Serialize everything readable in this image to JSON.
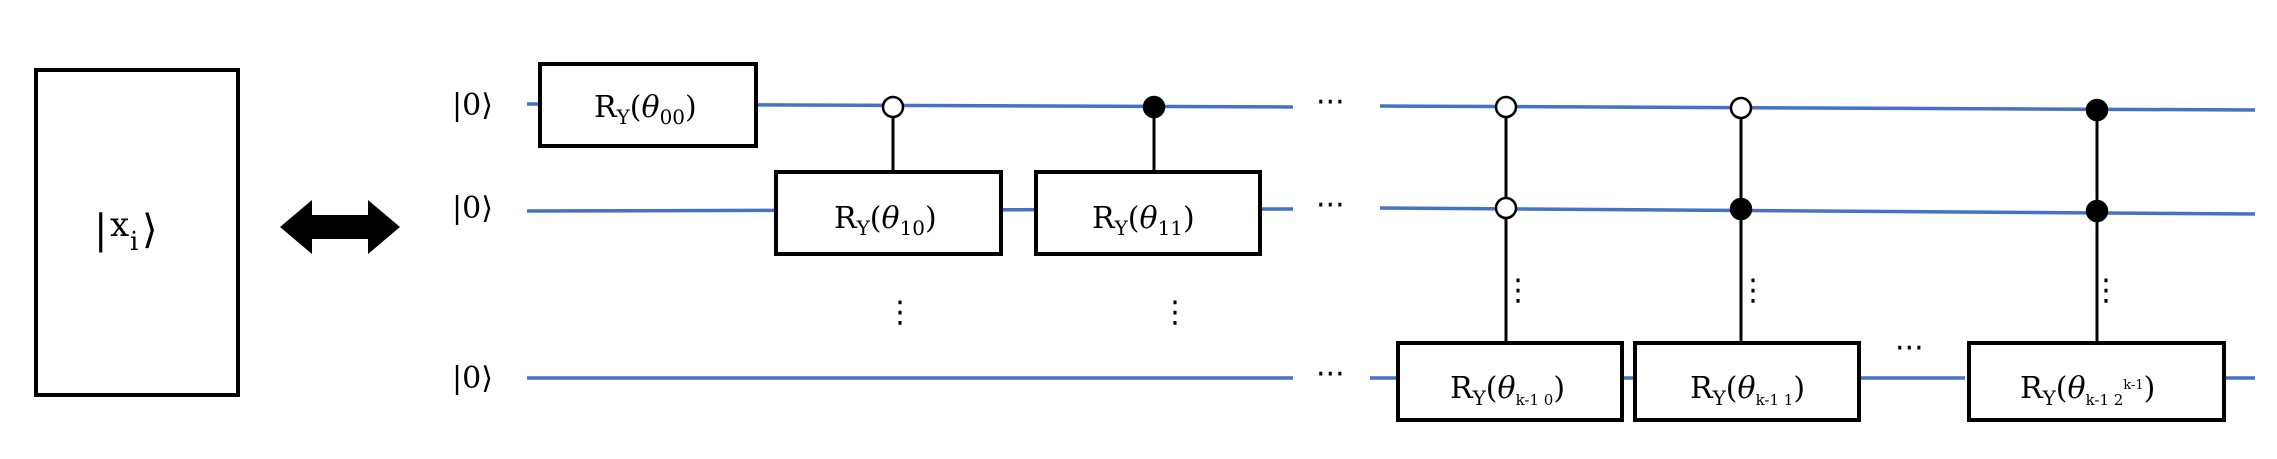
{
  "input_state": {
    "bar": "|",
    "symbol": "x",
    "subscript": "i",
    "angle": "⟩"
  },
  "arrow_icon": "double-headed-arrow",
  "qubits": [
    {
      "label": "|0⟩"
    },
    {
      "label": "|0⟩"
    },
    {
      "label": "|0⟩"
    }
  ],
  "ellipsis_h": "···",
  "ellipsis_v": "⋮",
  "gates": [
    {
      "base": "R",
      "sub_y": "Y",
      "open": "(",
      "theta": "θ",
      "theta_sub": "00",
      "theta_sup": "",
      "close": ")"
    },
    {
      "base": "R",
      "sub_y": "Y",
      "open": "(",
      "theta": "θ",
      "theta_sub": "10",
      "theta_sup": "",
      "close": ")"
    },
    {
      "base": "R",
      "sub_y": "Y",
      "open": "(",
      "theta": "θ",
      "theta_sub": "11",
      "theta_sup": "",
      "close": ")"
    },
    {
      "base": "R",
      "sub_y": "Y",
      "open": "(",
      "theta": "θ",
      "theta_sub": "k-1 0",
      "theta_sup": "",
      "close": ")"
    },
    {
      "base": "R",
      "sub_y": "Y",
      "open": "(",
      "theta": "θ",
      "theta_sub": "k-1 1",
      "theta_sup": "",
      "close": ")"
    },
    {
      "base": "R",
      "sub_y": "Y",
      "open": "(",
      "theta": "θ",
      "theta_sub": "k-1 2",
      "theta_sup": "k-1",
      "close": ")"
    }
  ]
}
